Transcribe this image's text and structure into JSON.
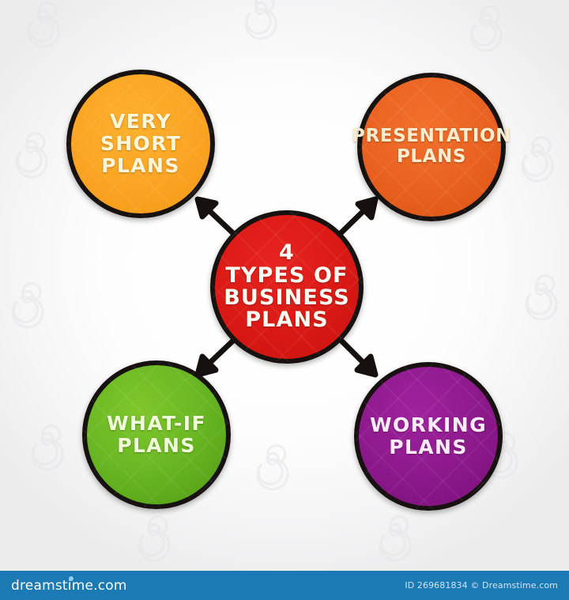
{
  "diagram": {
    "type": "mind-map",
    "center": {
      "id": "center",
      "label": "4\nTYPES OF\nBUSINESS\nPLANS",
      "color": "#dc1a16",
      "outline": "#17120f"
    },
    "nodes": [
      {
        "id": "very-short",
        "label": "VERY\nSHORT\nPLANS",
        "color": "#fba624",
        "position": "top-left",
        "arrow": "center-to-top-left"
      },
      {
        "id": "presentation",
        "label": "PRESENTATION\nPLANS",
        "color": "#ea6322",
        "position": "top-right",
        "arrow": "center-to-top-right"
      },
      {
        "id": "what-if",
        "label": "WHAT-IF\nPLANS",
        "color": "#6ab824",
        "position": "bottom-left",
        "arrow": "center-to-bottom-left"
      },
      {
        "id": "working",
        "label": "WORKING\nPLANS",
        "color": "#8e1a8d",
        "position": "bottom-right",
        "arrow": "center-to-bottom-right"
      }
    ],
    "arrow_color": "#16110e",
    "background_color": "#f7f7f8"
  },
  "footer": {
    "logo_text": "dreamstime.com",
    "credit_text": "ID 269681834 © Dreamstime.com",
    "background_color": "#1b79b4"
  }
}
